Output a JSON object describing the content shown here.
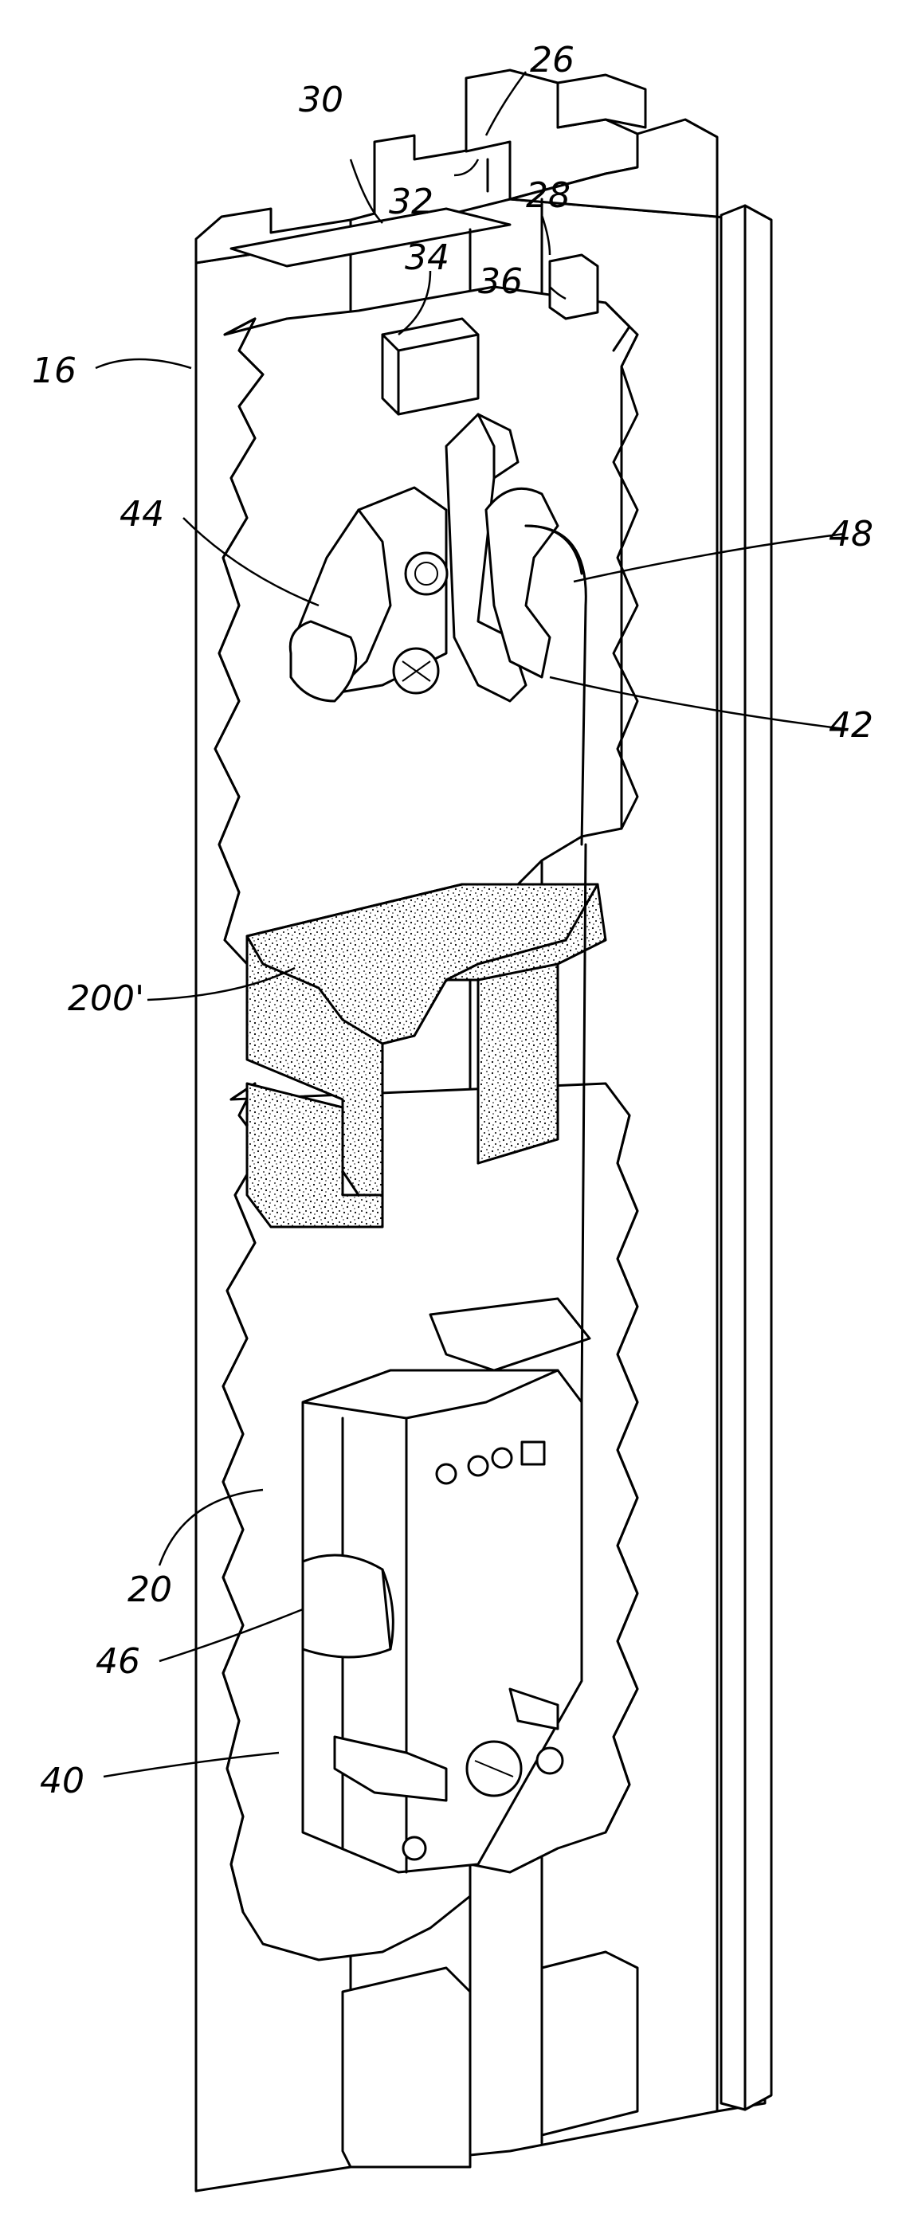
{
  "labels": {
    "l16": "16",
    "l26": "26",
    "l28": "28",
    "l30": "30",
    "l32": "32",
    "l34": "34",
    "l36": "36",
    "l44": "44",
    "l48": "48",
    "l42": "42",
    "l200": "200'",
    "l20": "20",
    "l46": "46",
    "l40": "40"
  }
}
